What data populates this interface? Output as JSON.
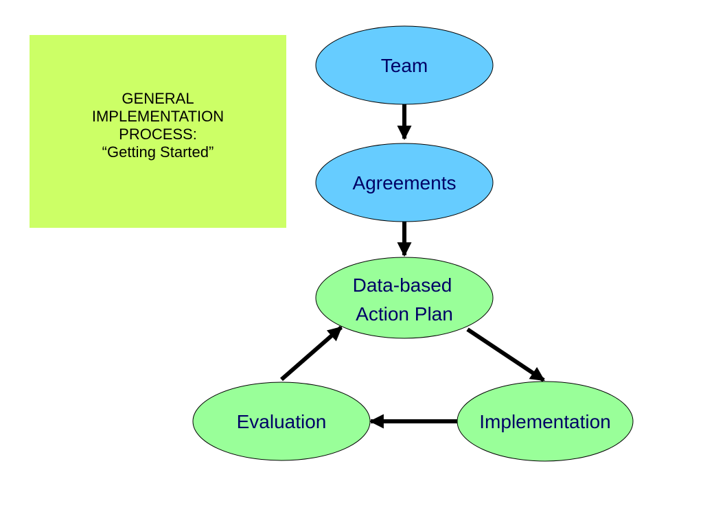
{
  "title": {
    "lines": [
      "GENERAL",
      "IMPLEMENTATION",
      "PROCESS:",
      "“Getting Started”"
    ],
    "background_color": "#ccff66"
  },
  "nodes": [
    {
      "id": "team",
      "lines": [
        "Team"
      ],
      "color": "#66ccff"
    },
    {
      "id": "agreements",
      "lines": [
        "Agreements"
      ],
      "color": "#66ccff"
    },
    {
      "id": "action-plan",
      "lines": [
        "Data-based",
        "Action Plan"
      ],
      "color": "#99ff99"
    },
    {
      "id": "implementation",
      "lines": [
        "Implementation"
      ],
      "color": "#99ff99"
    },
    {
      "id": "evaluation",
      "lines": [
        "Evaluation"
      ],
      "color": "#99ff99"
    }
  ],
  "edges": [
    {
      "from": "team",
      "to": "agreements"
    },
    {
      "from": "agreements",
      "to": "action-plan"
    },
    {
      "from": "action-plan",
      "to": "implementation"
    },
    {
      "from": "implementation",
      "to": "evaluation"
    },
    {
      "from": "evaluation",
      "to": "action-plan"
    }
  ],
  "text_color": "#000066"
}
